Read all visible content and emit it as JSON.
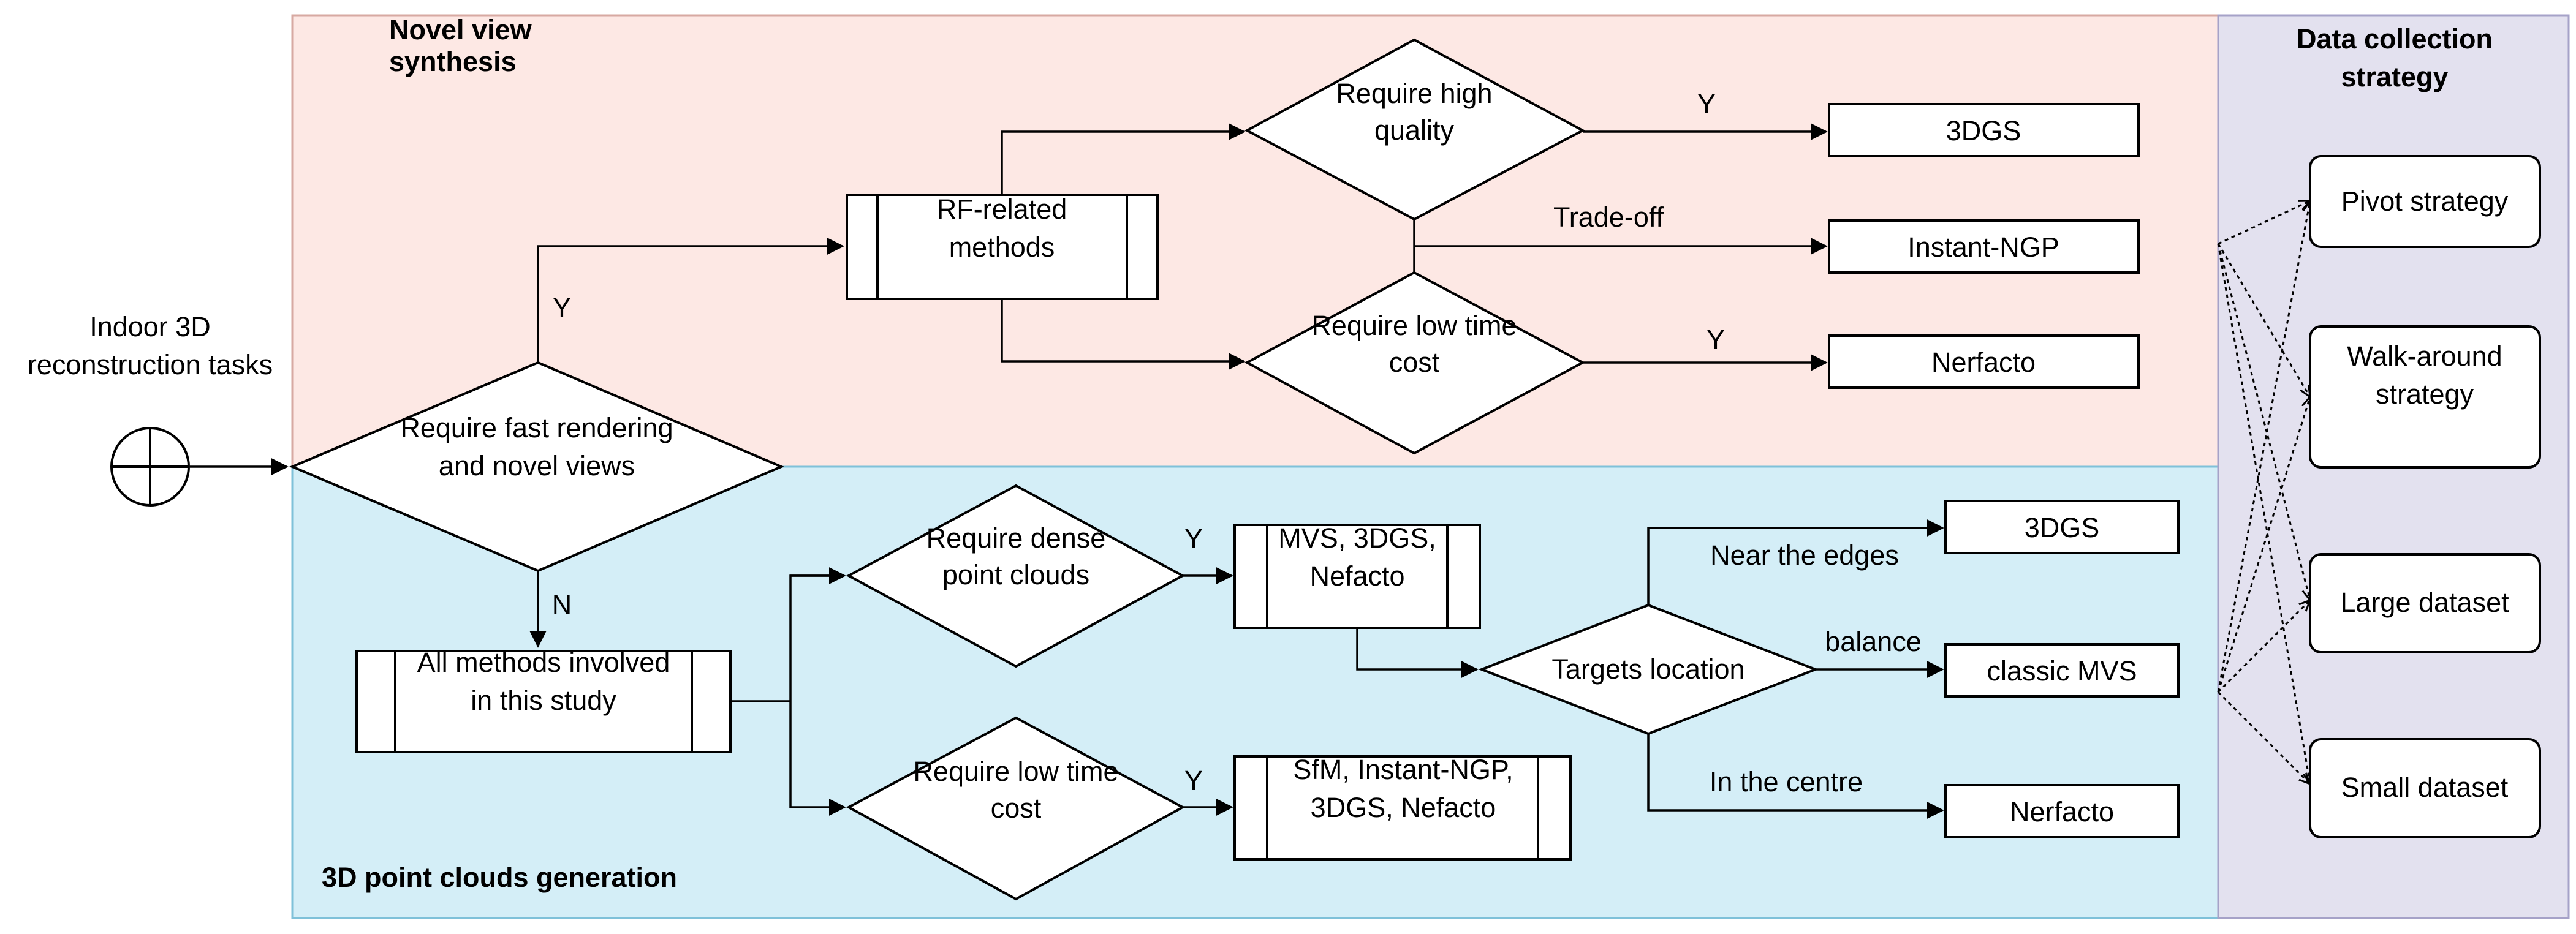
{
  "regions": {
    "novel_view": {
      "title": "Novel view\nsynthesis",
      "color": "#fde8e4",
      "border": "#d7a9a2"
    },
    "point_clouds": {
      "title": "3D point clouds generation",
      "color": "#d4eef7",
      "border": "#7fc1d9"
    },
    "data_collection": {
      "title": "Data collection\nstrategy",
      "color": "#e3e1ef",
      "border": "#a6a2c8"
    }
  },
  "start": {
    "label": "Indoor 3D\nreconstruction tasks"
  },
  "decisions": {
    "fast_rendering": "Require fast rendering\nand novel views",
    "high_quality": "Require high\nquality",
    "low_time_nv": "Require low time\ncost",
    "dense_point": "Require dense\npoint clouds",
    "low_time_pc": "Require low time\ncost",
    "targets_location": "Targets location"
  },
  "processes": {
    "rf_methods": "RF-related\nmethods",
    "all_methods": "All methods involved\nin this study",
    "mvs_group": "MVS, 3DGS,\nNefacto",
    "sfm_group": "SfM, Instant-NGP,\n3DGS, Nefacto"
  },
  "outputs": {
    "out_3dgs_nv": "3DGS",
    "out_instant_ngp": "Instant-NGP",
    "out_nerfacto_nv": "Nerfacto",
    "out_3dgs_pc": "3DGS",
    "out_classic_mvs": "classic MVS",
    "out_nerfacto_pc": "Nerfacto"
  },
  "edge_labels": {
    "y_fast": "Y",
    "n_fast": "N",
    "y_quality": "Y",
    "tradeoff": "Trade-off",
    "y_lowtime_nv": "Y",
    "y_dense": "Y",
    "y_lowtime_pc": "Y",
    "near_edges": "Near the edges",
    "balance": "balance",
    "in_centre": "In the centre"
  },
  "strategies": {
    "pivot": "Pivot strategy",
    "walk_around": "Walk-around\nstrategy",
    "large_dataset": "Large dataset",
    "small_dataset": "Small dataset"
  }
}
